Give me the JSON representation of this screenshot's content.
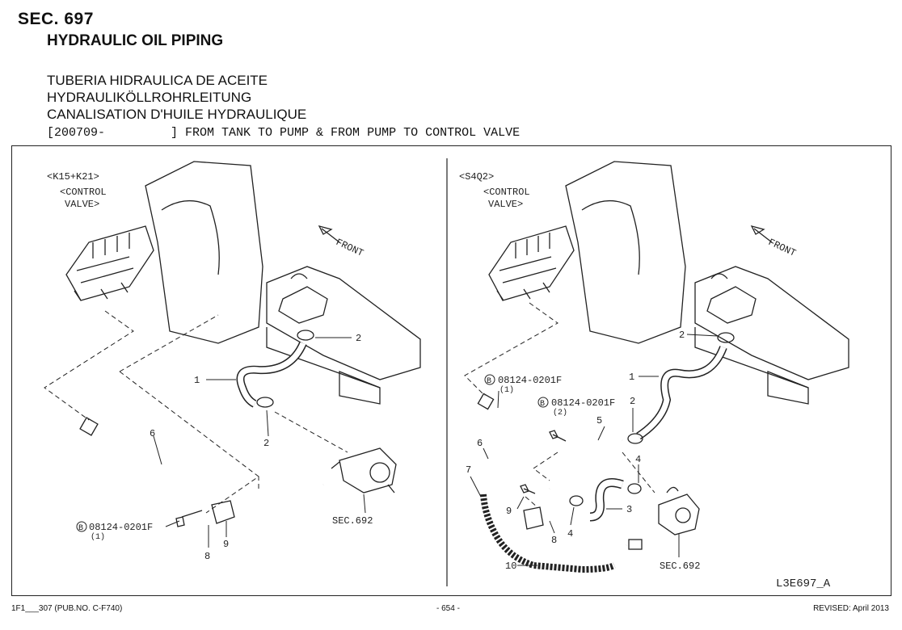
{
  "header": {
    "section": "SEC. 697",
    "title": "HYDRAULIC OIL PIPING",
    "translations": [
      "TUBERIA HIDRAULICA DE ACEITE",
      "HYDRAULIKÖLLROHRLEITUNG",
      "CANALISATION D'HUILE HYDRAULIQUE"
    ],
    "range": "[200709-         ] FROM TANK TO PUMP & FROM PUMP TO CONTROL VALVE"
  },
  "left_panel": {
    "model": "<K15+K21>",
    "control_valve_1": "<CONTROL",
    "control_valve_2": "VALVE>",
    "front": "FRONT",
    "callouts": [
      "1",
      "2",
      "2",
      "6",
      "8",
      "9"
    ],
    "bolt_part": "08124-0201F",
    "bolt_qty": "(1)",
    "bolt_letter": "B",
    "sec_ref": "SEC.692"
  },
  "right_panel": {
    "model": "<S4Q2>",
    "control_valve_1": "<CONTROL",
    "control_valve_2": "VALVE>",
    "front": "FRONT",
    "callouts": [
      "1",
      "2",
      "2",
      "3",
      "4",
      "4",
      "5",
      "6",
      "7",
      "8",
      "9",
      "10"
    ],
    "bolt1_part": "08124-0201F",
    "bolt1_qty": "(1)",
    "bolt2_part": "08124-0201F",
    "bolt2_qty": "(2)",
    "bolt_letter": "B",
    "sec_ref": "SEC.692",
    "drawing_id": "L3E697_A"
  },
  "footer": {
    "left": "1F1___307 (PUB.NO. C-F740)",
    "center": "- 654 -",
    "right": "REVISED: April 2013"
  }
}
